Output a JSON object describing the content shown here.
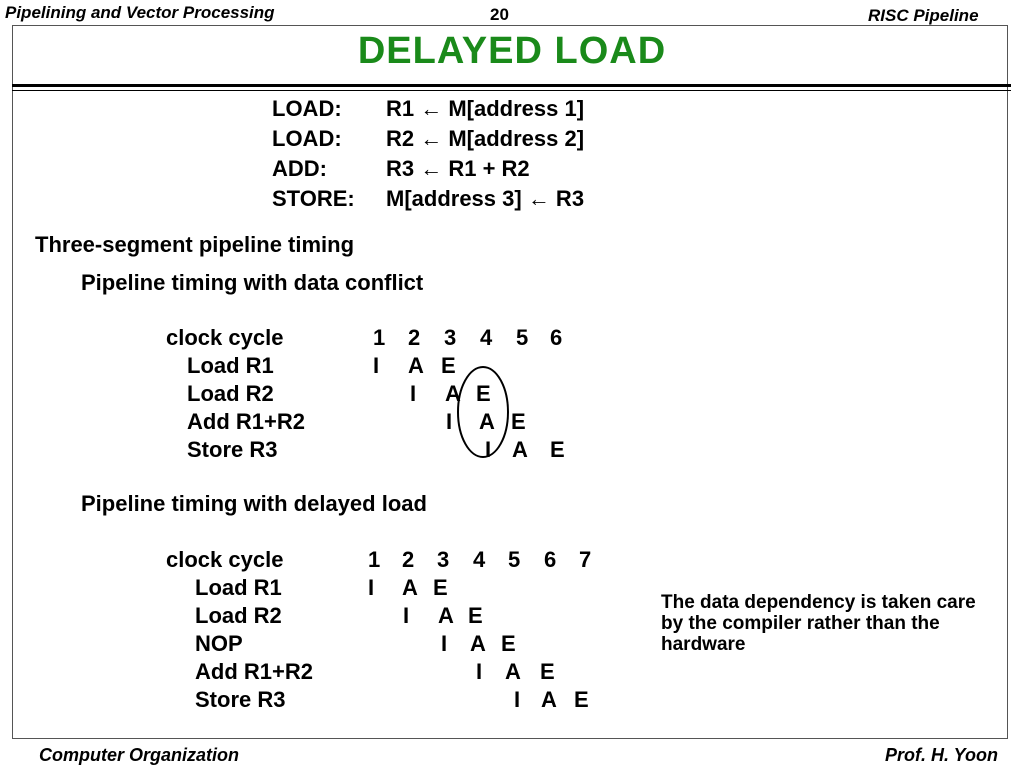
{
  "header": {
    "left": "Pipelining and Vector Processing",
    "page_number": "20",
    "right": "RISC Pipeline"
  },
  "title": "DELAYED  LOAD",
  "program": [
    {
      "op": "LOAD:",
      "operand": "R1 ← M[address 1]"
    },
    {
      "op": "LOAD:",
      "operand": "R2 ← M[address 2]"
    },
    {
      "op": "ADD:",
      "operand": "R3 ← R1 + R2"
    },
    {
      "op": "STORE:",
      "operand": "M[address 3] ← R3"
    }
  ],
  "section_title": "Three-segment pipeline timing",
  "conflict": {
    "heading": "Pipeline timing with data conflict",
    "clock_label": "clock cycle",
    "cycles": [
      "1",
      "2",
      "3",
      "4",
      "5",
      "6"
    ],
    "rows": [
      {
        "label": "Load  R1",
        "stages": [
          "I",
          "A",
          "E"
        ]
      },
      {
        "label": "Load  R2",
        "stages": [
          "I",
          "A",
          "E"
        ]
      },
      {
        "label": "Add   R1+R2",
        "stages": [
          "I",
          "A",
          "E"
        ]
      },
      {
        "label": "Store  R3",
        "stages": [
          "I",
          "A",
          "E"
        ]
      }
    ]
  },
  "delayed": {
    "heading": "Pipeline timing with delayed load",
    "clock_label": "clock cycle",
    "cycles": [
      "1",
      "2",
      "3",
      "4",
      "5",
      "6",
      "7"
    ],
    "rows": [
      {
        "label": "Load   R1",
        "stages": [
          "I",
          "A",
          "E"
        ]
      },
      {
        "label": "Load   R2",
        "stages": [
          "I",
          "A",
          "E"
        ]
      },
      {
        "label": "NOP",
        "stages": [
          "I",
          "A",
          "E"
        ]
      },
      {
        "label": "Add  R1+R2",
        "stages": [
          "I",
          "A",
          "E"
        ]
      },
      {
        "label": "Store   R3",
        "stages": [
          "I",
          "A",
          "E"
        ]
      }
    ]
  },
  "note": "The data dependency is taken care by the compiler rather than the hardware",
  "footer": {
    "left": "Computer Organization",
    "right": "Prof.  H. Yoon"
  },
  "colors": {
    "title": "#1a8a1a"
  }
}
